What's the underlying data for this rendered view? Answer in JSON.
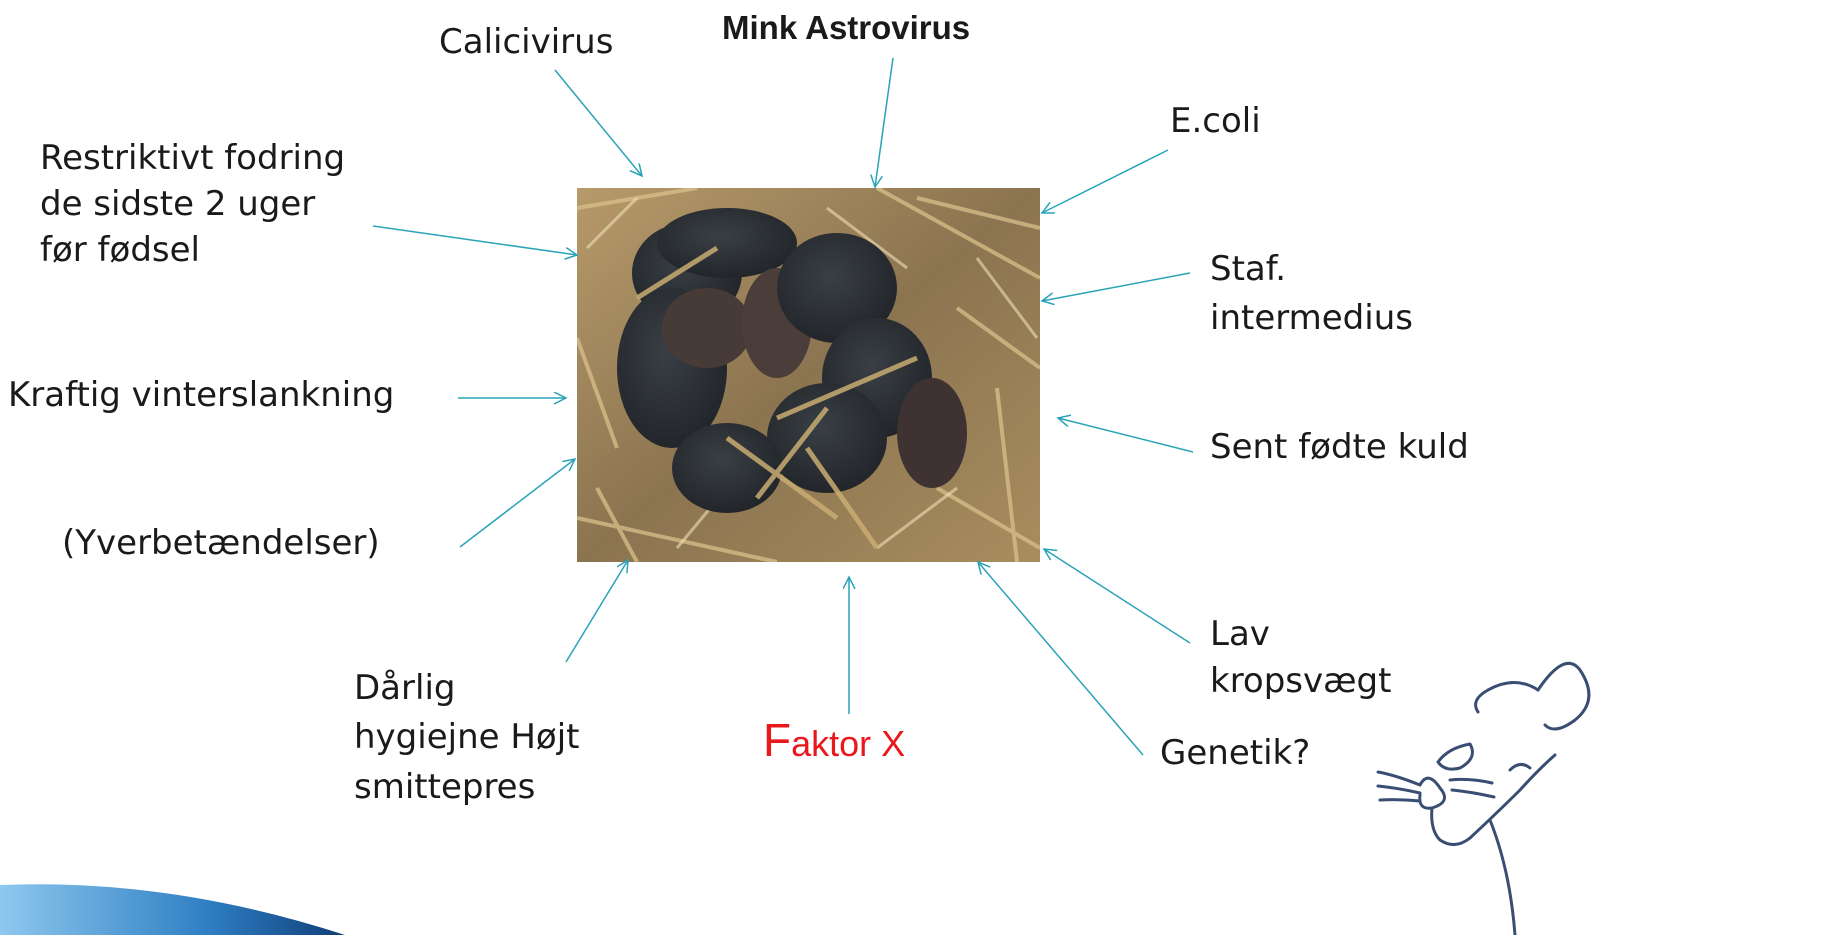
{
  "title": "Mink Astrovirus",
  "labels": {
    "calicivirus": "Calicivirus",
    "ecoli": "E.coli",
    "restriktivt_1": "Restriktivt fodring",
    "restriktivt_2": "de sidste 2 uger",
    "restriktivt_3": "før fødsel",
    "staf_1": "Staf.",
    "staf_2": "intermedius",
    "vinterslankning": "Kraftig vinterslankning",
    "sent_fodte": "Sent fødte kuld",
    "yverbetaendelser": "(Yverbetændelser)",
    "lav_1": "Lav",
    "lav_2": "kropsvægt",
    "hygiejne_1": "Dårlig",
    "hygiejne_2": "hygiejne  Højt",
    "hygiejne_3": "smittepres",
    "faktor_first": "F",
    "faktor_rest": "aktor X",
    "genetik": "Genetik?"
  },
  "colors": {
    "arrow": "#2aa3b8",
    "accent_red": "#e8181c",
    "corner_band": "#1a5a9a"
  },
  "icons": [
    "mink-mascot-icon",
    "newborn-mink-kits-photo"
  ]
}
